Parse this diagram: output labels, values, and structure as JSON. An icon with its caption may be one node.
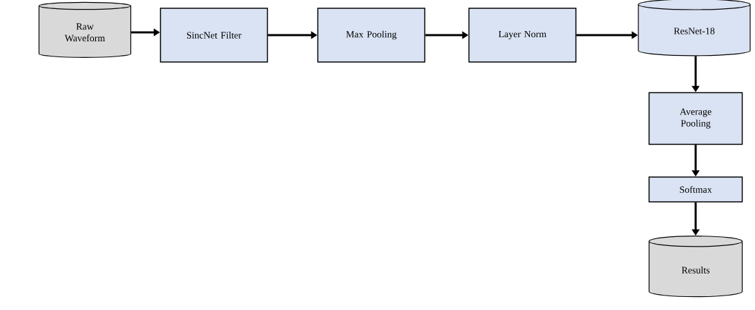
{
  "diagram": {
    "nodes": [
      {
        "text": [
          "Raw Waveform"
        ]
      },
      {
        "text": [
          "SincNet Filter"
        ]
      },
      {
        "text": [
          "Max Pooling"
        ]
      },
      {
        "text": [
          "Layer Norm"
        ]
      },
      {
        "text": [
          "ResNet-18"
        ]
      },
      {
        "text": [
          "Average Pooling"
        ]
      },
      {
        "text": [
          "Softmax"
        ]
      },
      {
        "text": [
          "Results"
        ]
      }
    ],
    "edges": [
      {
        "from": 0,
        "to": 1,
        "arrow": "to"
      },
      {
        "from": 1,
        "to": 2,
        "arrow": "to"
      },
      {
        "from": 2,
        "to": 3,
        "arrow": "to"
      },
      {
        "from": 3,
        "to": 4,
        "arrow": "to"
      },
      {
        "from": 4,
        "to": 5,
        "arrow": "to"
      },
      {
        "from": 5,
        "to": 6,
        "arrow": "to"
      },
      {
        "from": 6,
        "to": 7,
        "arrow": "to"
      }
    ]
  }
}
